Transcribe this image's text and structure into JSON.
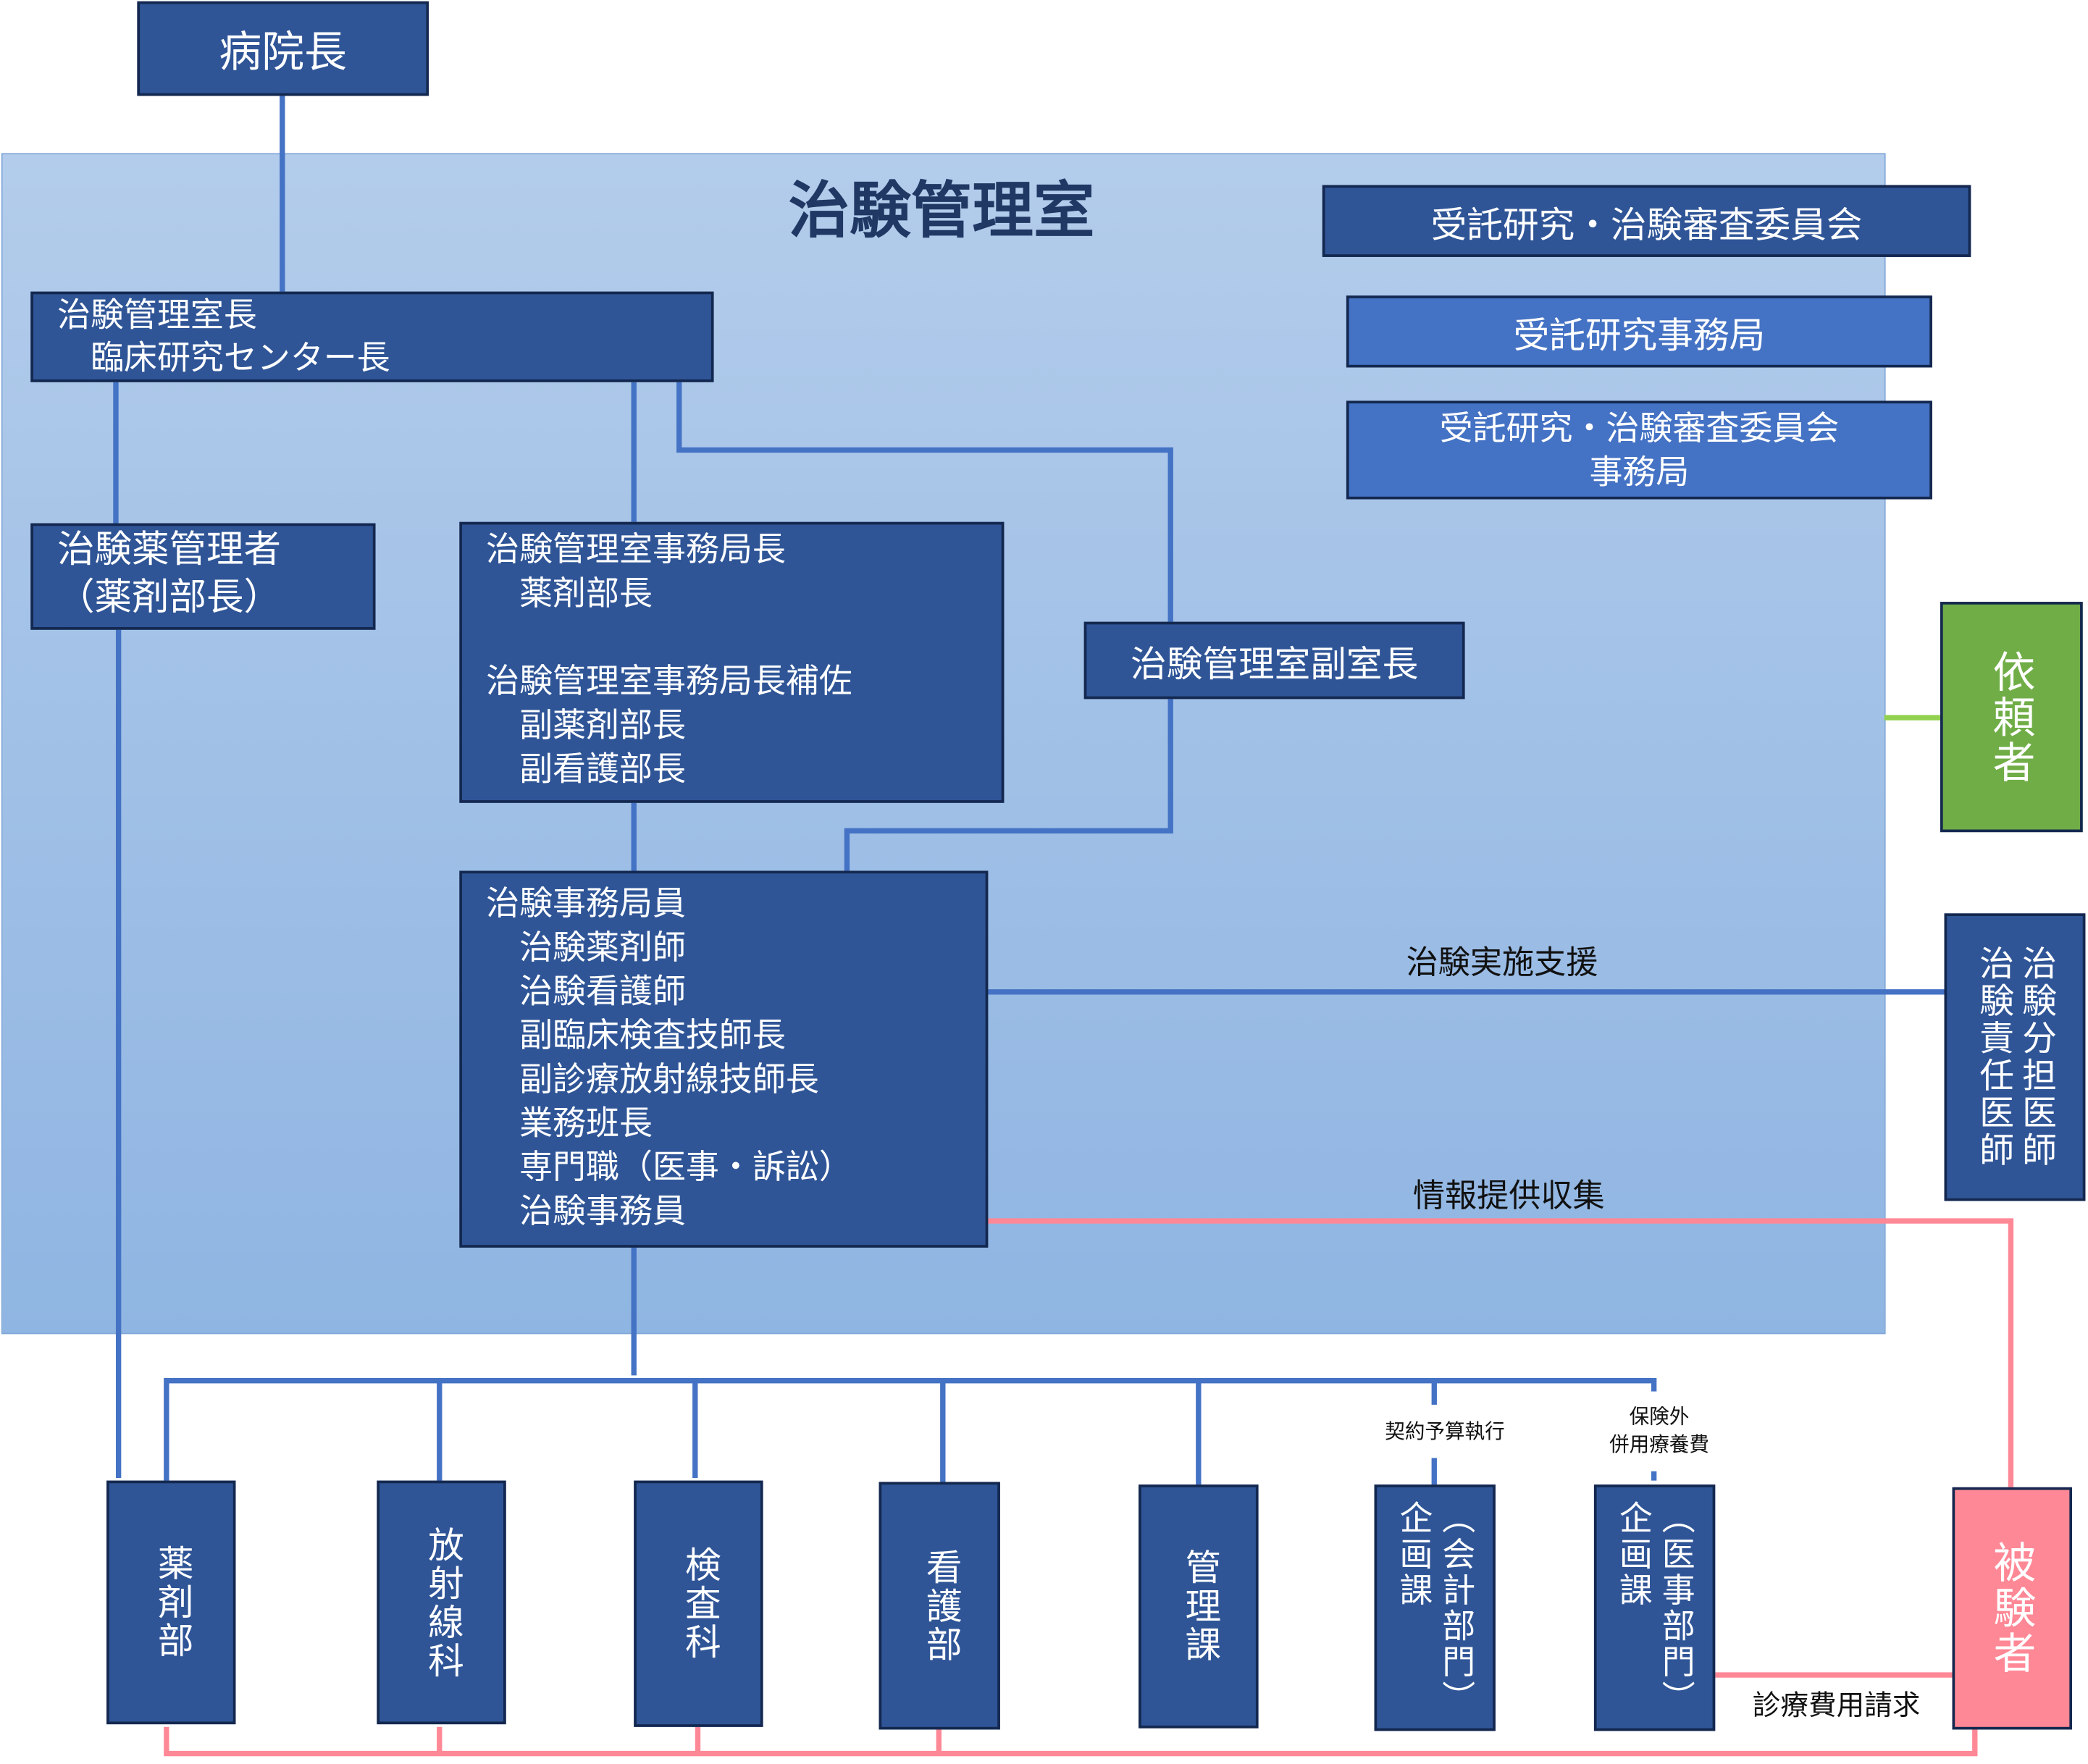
{
  "colors": {
    "dark_box": "#2f5597",
    "light_box": "#4472c4",
    "line": "#4472c4",
    "sponsor": "#70ad47",
    "subject": "#ff8896",
    "pink_line": "#ff8896"
  },
  "hospital_director": "病院長",
  "office_title": "治験管理室",
  "office_head": "治験管理室長\n　臨床研究センター長",
  "committee": "受託研究・治験審査委員会",
  "contract_office": "受託研究事務局",
  "committee_office": "受託研究・治験審査委員会\n事務局",
  "drug_manager": "治験薬管理者\n（薬剤部長）",
  "secretariat_head": "治験管理室事務局長\n　薬剤部長\n\n治験管理室事務局長補佐\n　副薬剤部長\n　副看護部長",
  "deputy_head": "治験管理室副室長",
  "secretariat_staff": "治験事務局員\n　治験薬剤師\n　治験看護師\n　副臨床検査技師長\n　副診療放射線技師長\n　業務班長\n　専門職（医事・訴訟）\n　治験事務員",
  "sponsor": "依頼者",
  "doctors": "治験分担医師\n治験責任医師",
  "subject": "被験者",
  "labels": {
    "support": "治験実施支援",
    "info": "情報提供収集",
    "contract": "契約予算執行",
    "insurance": "保険外\n併用療養費",
    "billing": "診療費用請求"
  },
  "departments": [
    "薬剤部",
    "放射線科",
    "検査科",
    "看護部",
    "管理課",
    "（会計部門）\n企画課",
    "（医事部門）\n企画課"
  ]
}
